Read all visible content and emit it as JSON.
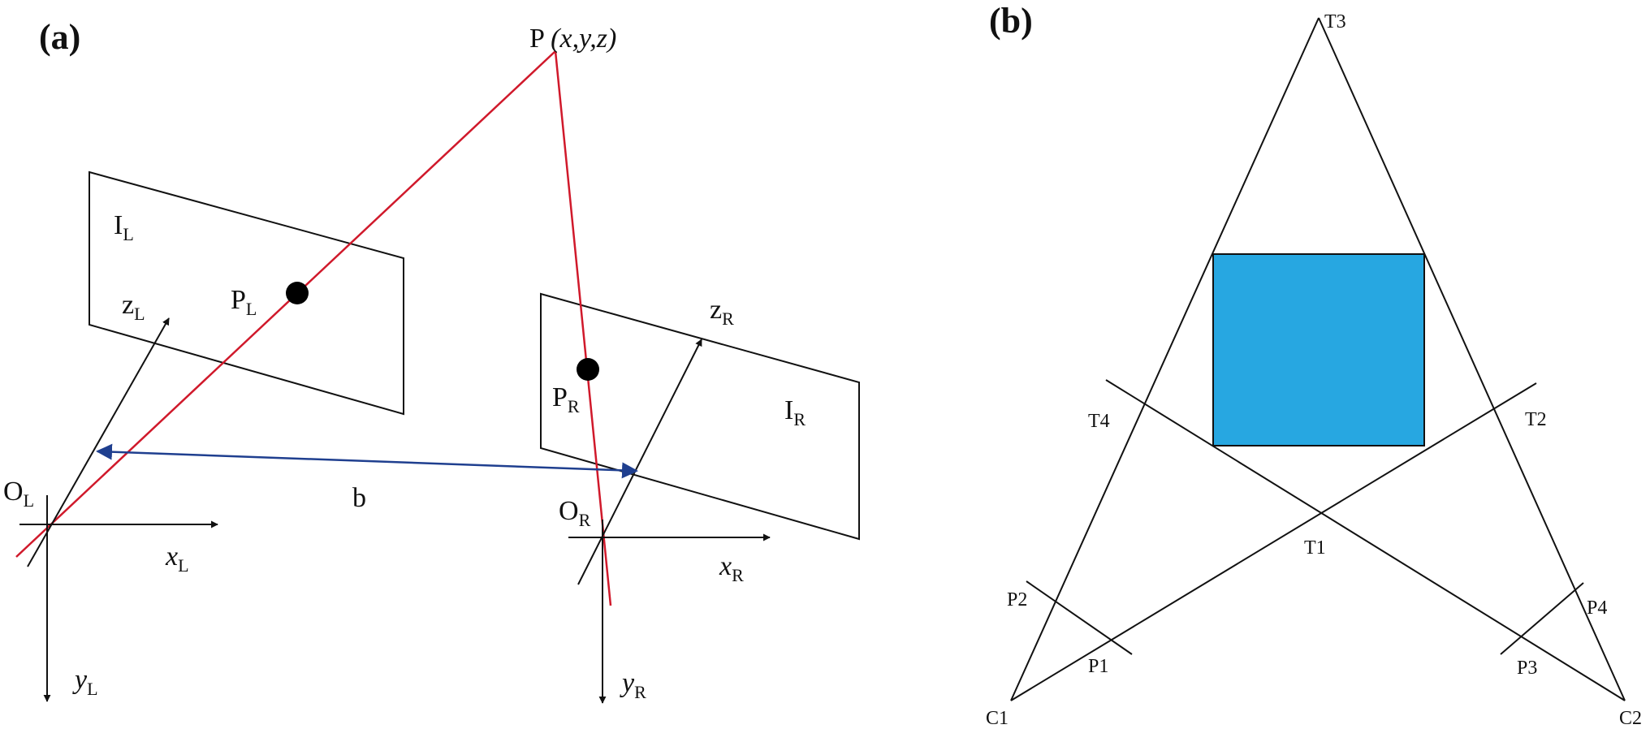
{
  "panel_a": {
    "label": "(a)",
    "point": {
      "text": "P",
      "coords": "(x,y,z)"
    },
    "left_image": {
      "name": "I",
      "sub": "L"
    },
    "right_image": {
      "name": "I",
      "sub": "R"
    },
    "left_projection": {
      "name": "P",
      "sub": "L"
    },
    "right_projection": {
      "name": "P",
      "sub": "R"
    },
    "left_origin": {
      "name": "O",
      "sub": "L"
    },
    "right_origin": {
      "name": "O",
      "sub": "R"
    },
    "axes_left": {
      "x": {
        "name": "x",
        "sub": "L"
      },
      "y": {
        "name": "y",
        "sub": "L"
      },
      "z": {
        "name": "z",
        "sub": "L"
      }
    },
    "axes_right": {
      "x": {
        "name": "x",
        "sub": "R"
      },
      "y": {
        "name": "y",
        "sub": "R"
      },
      "z": {
        "name": "z",
        "sub": "R"
      }
    },
    "baseline": "b",
    "colors": {
      "ray": "#d0192b",
      "baseline": "#1f3f8f",
      "line": "#111111"
    }
  },
  "panel_b": {
    "label": "(b)",
    "points": {
      "T1": "T1",
      "T2": "T2",
      "T3": "T3",
      "T4": "T4",
      "P1": "P1",
      "P2": "P2",
      "P3": "P3",
      "P4": "P4",
      "C1": "C1",
      "C2": "C2"
    },
    "colors": {
      "square_fill": "#27a7e1",
      "line": "#111111"
    }
  }
}
